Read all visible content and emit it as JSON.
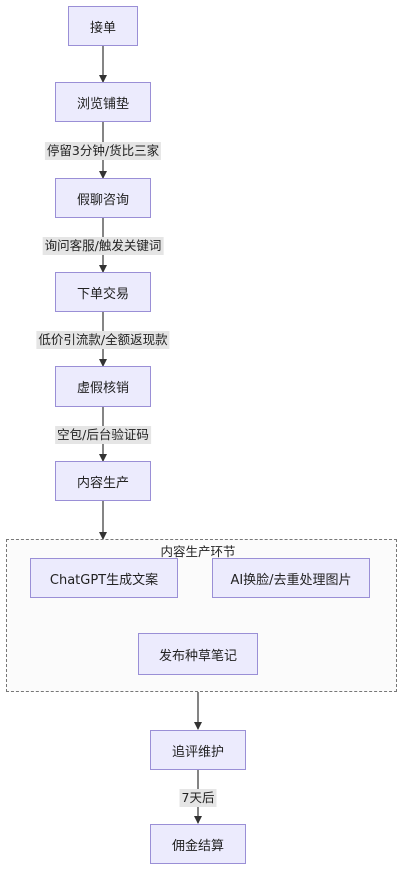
{
  "nodes": {
    "accept_order": "接单",
    "browse_setup": "浏览铺垫",
    "fake_chat": "假聊咨询",
    "place_order": "下单交易",
    "fake_verify": "虚假核销",
    "content_production": "内容生产",
    "chatgpt_copy": "ChatGPT生成文案",
    "ai_faceswap": "AI换脸/去重处理图片",
    "publish_note": "发布种草笔记",
    "follow_review": "追评维护",
    "commission": "佣金结算"
  },
  "edges": {
    "browse_to_chat": "停留3分钟/货比三家",
    "chat_to_order": "询问客服/触发关键词",
    "order_to_verify": "低价引流款/全额返现款",
    "verify_to_content": "空包/后台验证码",
    "review_to_commission": "7天后"
  },
  "cluster": {
    "title": "内容生产环节"
  },
  "colors": {
    "node_fill": "#ecebfd",
    "node_border": "#9a8fd6",
    "edge": "#333333",
    "label_bg": "#e5e5e5"
  }
}
